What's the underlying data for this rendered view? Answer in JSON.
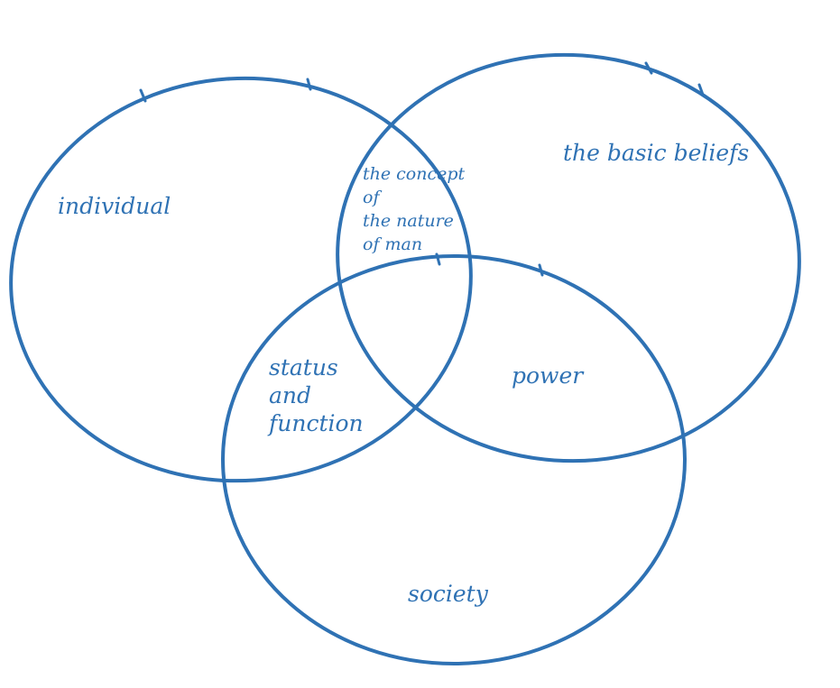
{
  "colors": {
    "ink": "#2f72b4",
    "background": "#ffffff"
  },
  "diagram": {
    "type": "venn",
    "sets": [
      {
        "id": "A",
        "label": "individual"
      },
      {
        "id": "B",
        "label": "the basic beliefs"
      },
      {
        "id": "C",
        "label": "society"
      }
    ],
    "intersections": [
      {
        "sets": [
          "A",
          "B"
        ],
        "lines": [
          "the concept",
          "of",
          "the nature",
          "of man"
        ]
      },
      {
        "sets": [
          "A",
          "C"
        ],
        "lines": [
          "status",
          "and",
          "function"
        ]
      },
      {
        "sets": [
          "B",
          "C"
        ],
        "lines": [
          "power"
        ]
      }
    ]
  }
}
